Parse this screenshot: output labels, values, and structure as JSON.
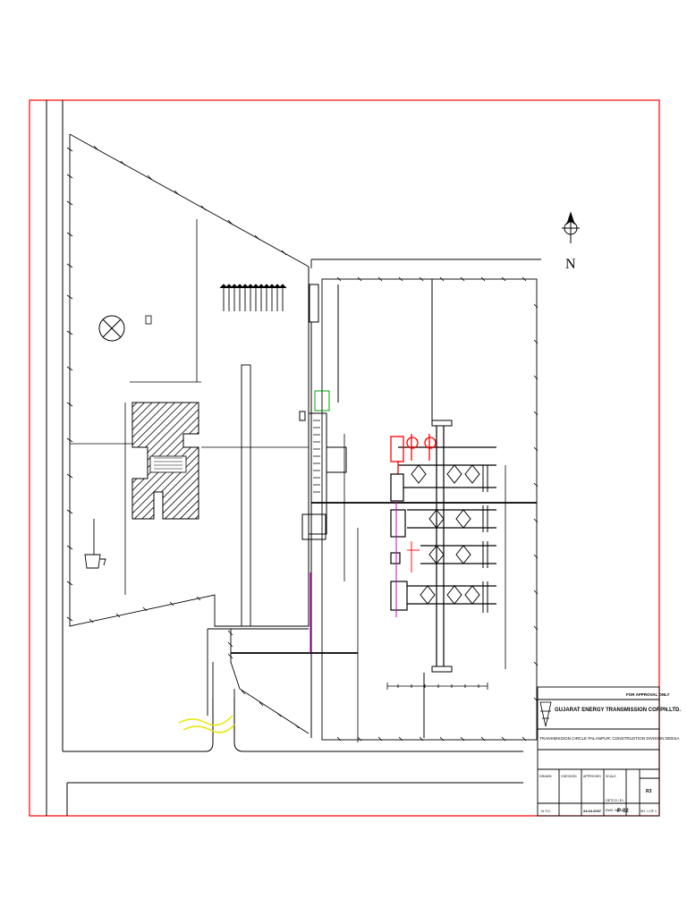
{
  "colors": {
    "border": "#ff0000",
    "line": "#000000",
    "highlight_red": "#ff0000",
    "highlight_green": "#00a000",
    "highlight_magenta": "#cc00cc",
    "highlight_yellow": "#e6e600"
  },
  "north_arrow": {
    "label": "N",
    "icon": "north-arrow-icon"
  },
  "title_block": {
    "approval_note": "FOR APPROVAL ONLY",
    "company": "GUJARAT ENERGY TRANSMISSION CORPN.LTD.",
    "circle": "TRANSMISSION CIRCLE PALANPUR; CONSTRUSTION DIVISION DEESA",
    "headers": [
      "DRAWN",
      "CHECKED",
      "APPROVED",
      "SCALE"
    ],
    "drawn_by": "N.T.C.",
    "date": "24.04.2007",
    "drawing_label": "DWG. NO.",
    "drawing_no": "P-02",
    "sheet_label": "SH. 1 OF 1",
    "grid_label": "GETCO / E-I",
    "rev": "R3"
  }
}
